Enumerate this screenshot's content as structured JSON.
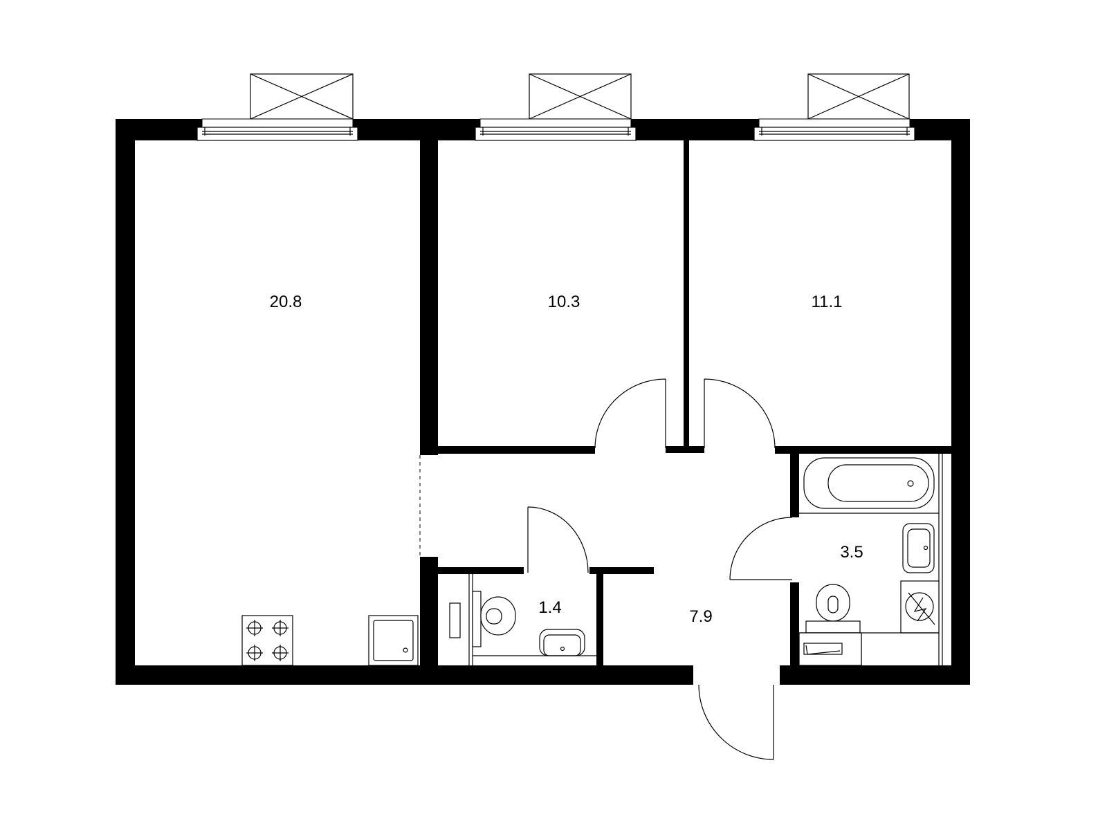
{
  "plan": {
    "rooms": [
      {
        "id": "living-kitchen",
        "area": "20.8"
      },
      {
        "id": "bedroom-1",
        "area": "10.3"
      },
      {
        "id": "bedroom-2",
        "area": "11.1"
      },
      {
        "id": "wc",
        "area": "1.4"
      },
      {
        "id": "hallway",
        "area": "7.9"
      },
      {
        "id": "bathroom",
        "area": "3.5"
      }
    ]
  }
}
